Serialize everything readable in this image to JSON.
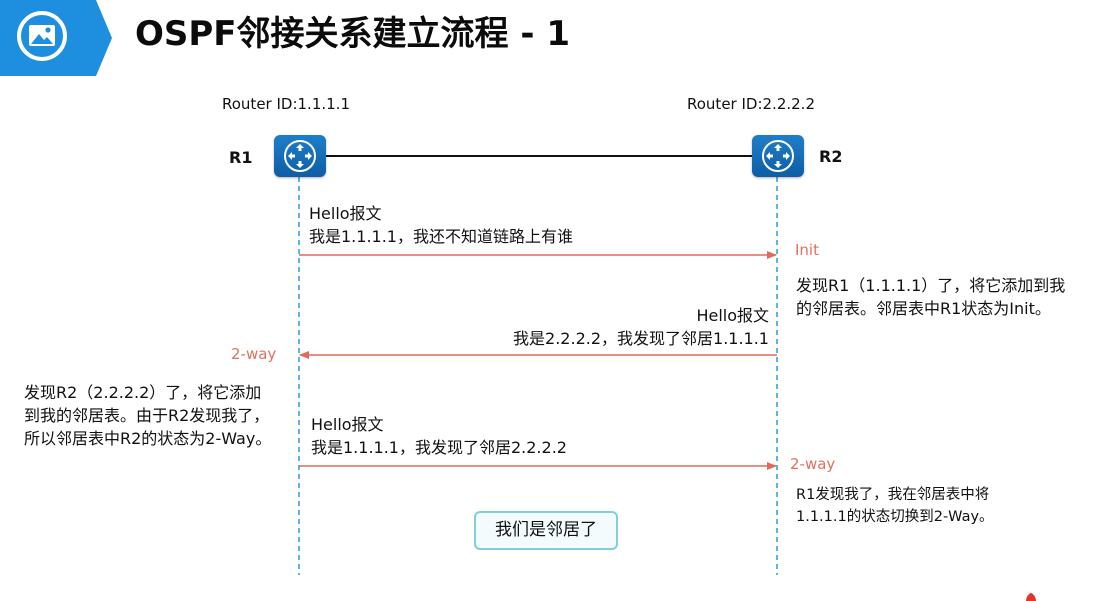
{
  "header": {
    "title": "OSPF邻接关系建立流程 - 1",
    "icon": "image-icon",
    "accent_color": "#1e8fde"
  },
  "routers": {
    "r1": {
      "name": "R1",
      "router_id": "Router ID:1.1.1.1",
      "icon": "router-icon"
    },
    "r2": {
      "name": "R2",
      "router_id": "Router ID:2.2.2.2",
      "icon": "router-icon"
    }
  },
  "messages": {
    "msg1": {
      "line1": "Hello报文",
      "line2": "我是1.1.1.1，我还不知道链路上有谁",
      "direction": "R1->R2"
    },
    "msg2": {
      "line1": "Hello报文",
      "line2": "我是2.2.2.2，我发现了邻居1.1.1.1",
      "direction": "R2->R1"
    },
    "msg3": {
      "line1": "Hello报文",
      "line2": "我是1.1.1.1，我发现了邻居2.2.2.2",
      "direction": "R1->R2"
    }
  },
  "states": {
    "r2_init": "Init",
    "r1_2way": "2-way",
    "r2_2way": "2-way",
    "state_color": "#e0715f"
  },
  "notes": {
    "r2_after_msg1": [
      "发现R1（1.1.1.1）了，将它添加到我",
      "的邻居表。邻居表中R1状态为Init。"
    ],
    "r1_after_msg2": [
      "发现R2（2.2.2.2）了，将它添加",
      "到我的邻居表。由于R2发现我了，",
      "所以邻居表中R2的状态为2-Way。"
    ],
    "r2_after_msg3": [
      "R1发现我了，我在邻居表中将",
      "1.1.1.1的状态切换到2-Way。"
    ]
  },
  "result": {
    "label": "我们是邻居了"
  }
}
